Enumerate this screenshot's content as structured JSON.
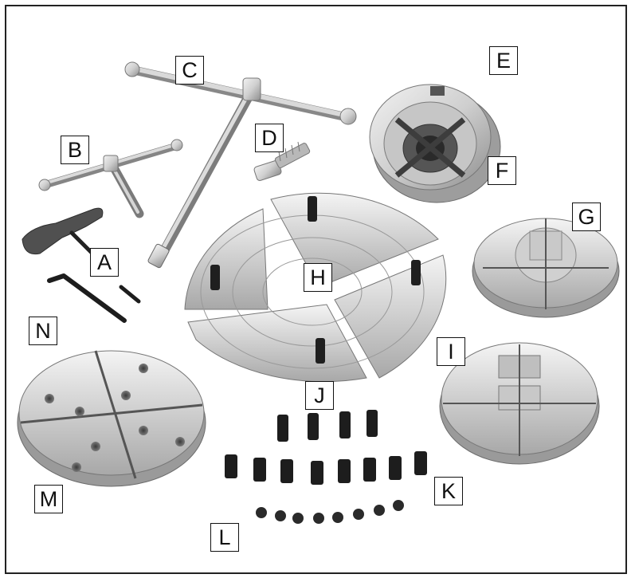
{
  "callouts": {
    "a": "A",
    "b": "B",
    "c": "C",
    "d": "D",
    "e": "E",
    "f": "F",
    "g": "G",
    "h": "H",
    "i": "I",
    "j": "J",
    "k": "K",
    "l": "L",
    "m": "M",
    "n": "N"
  },
  "colors": {
    "metal_light": "#e8e8e8",
    "metal_mid": "#bdbdbd",
    "metal_dark": "#6d6d6d",
    "black_part": "#1d1d1d",
    "grip": "#555555",
    "frame": "#222222"
  }
}
